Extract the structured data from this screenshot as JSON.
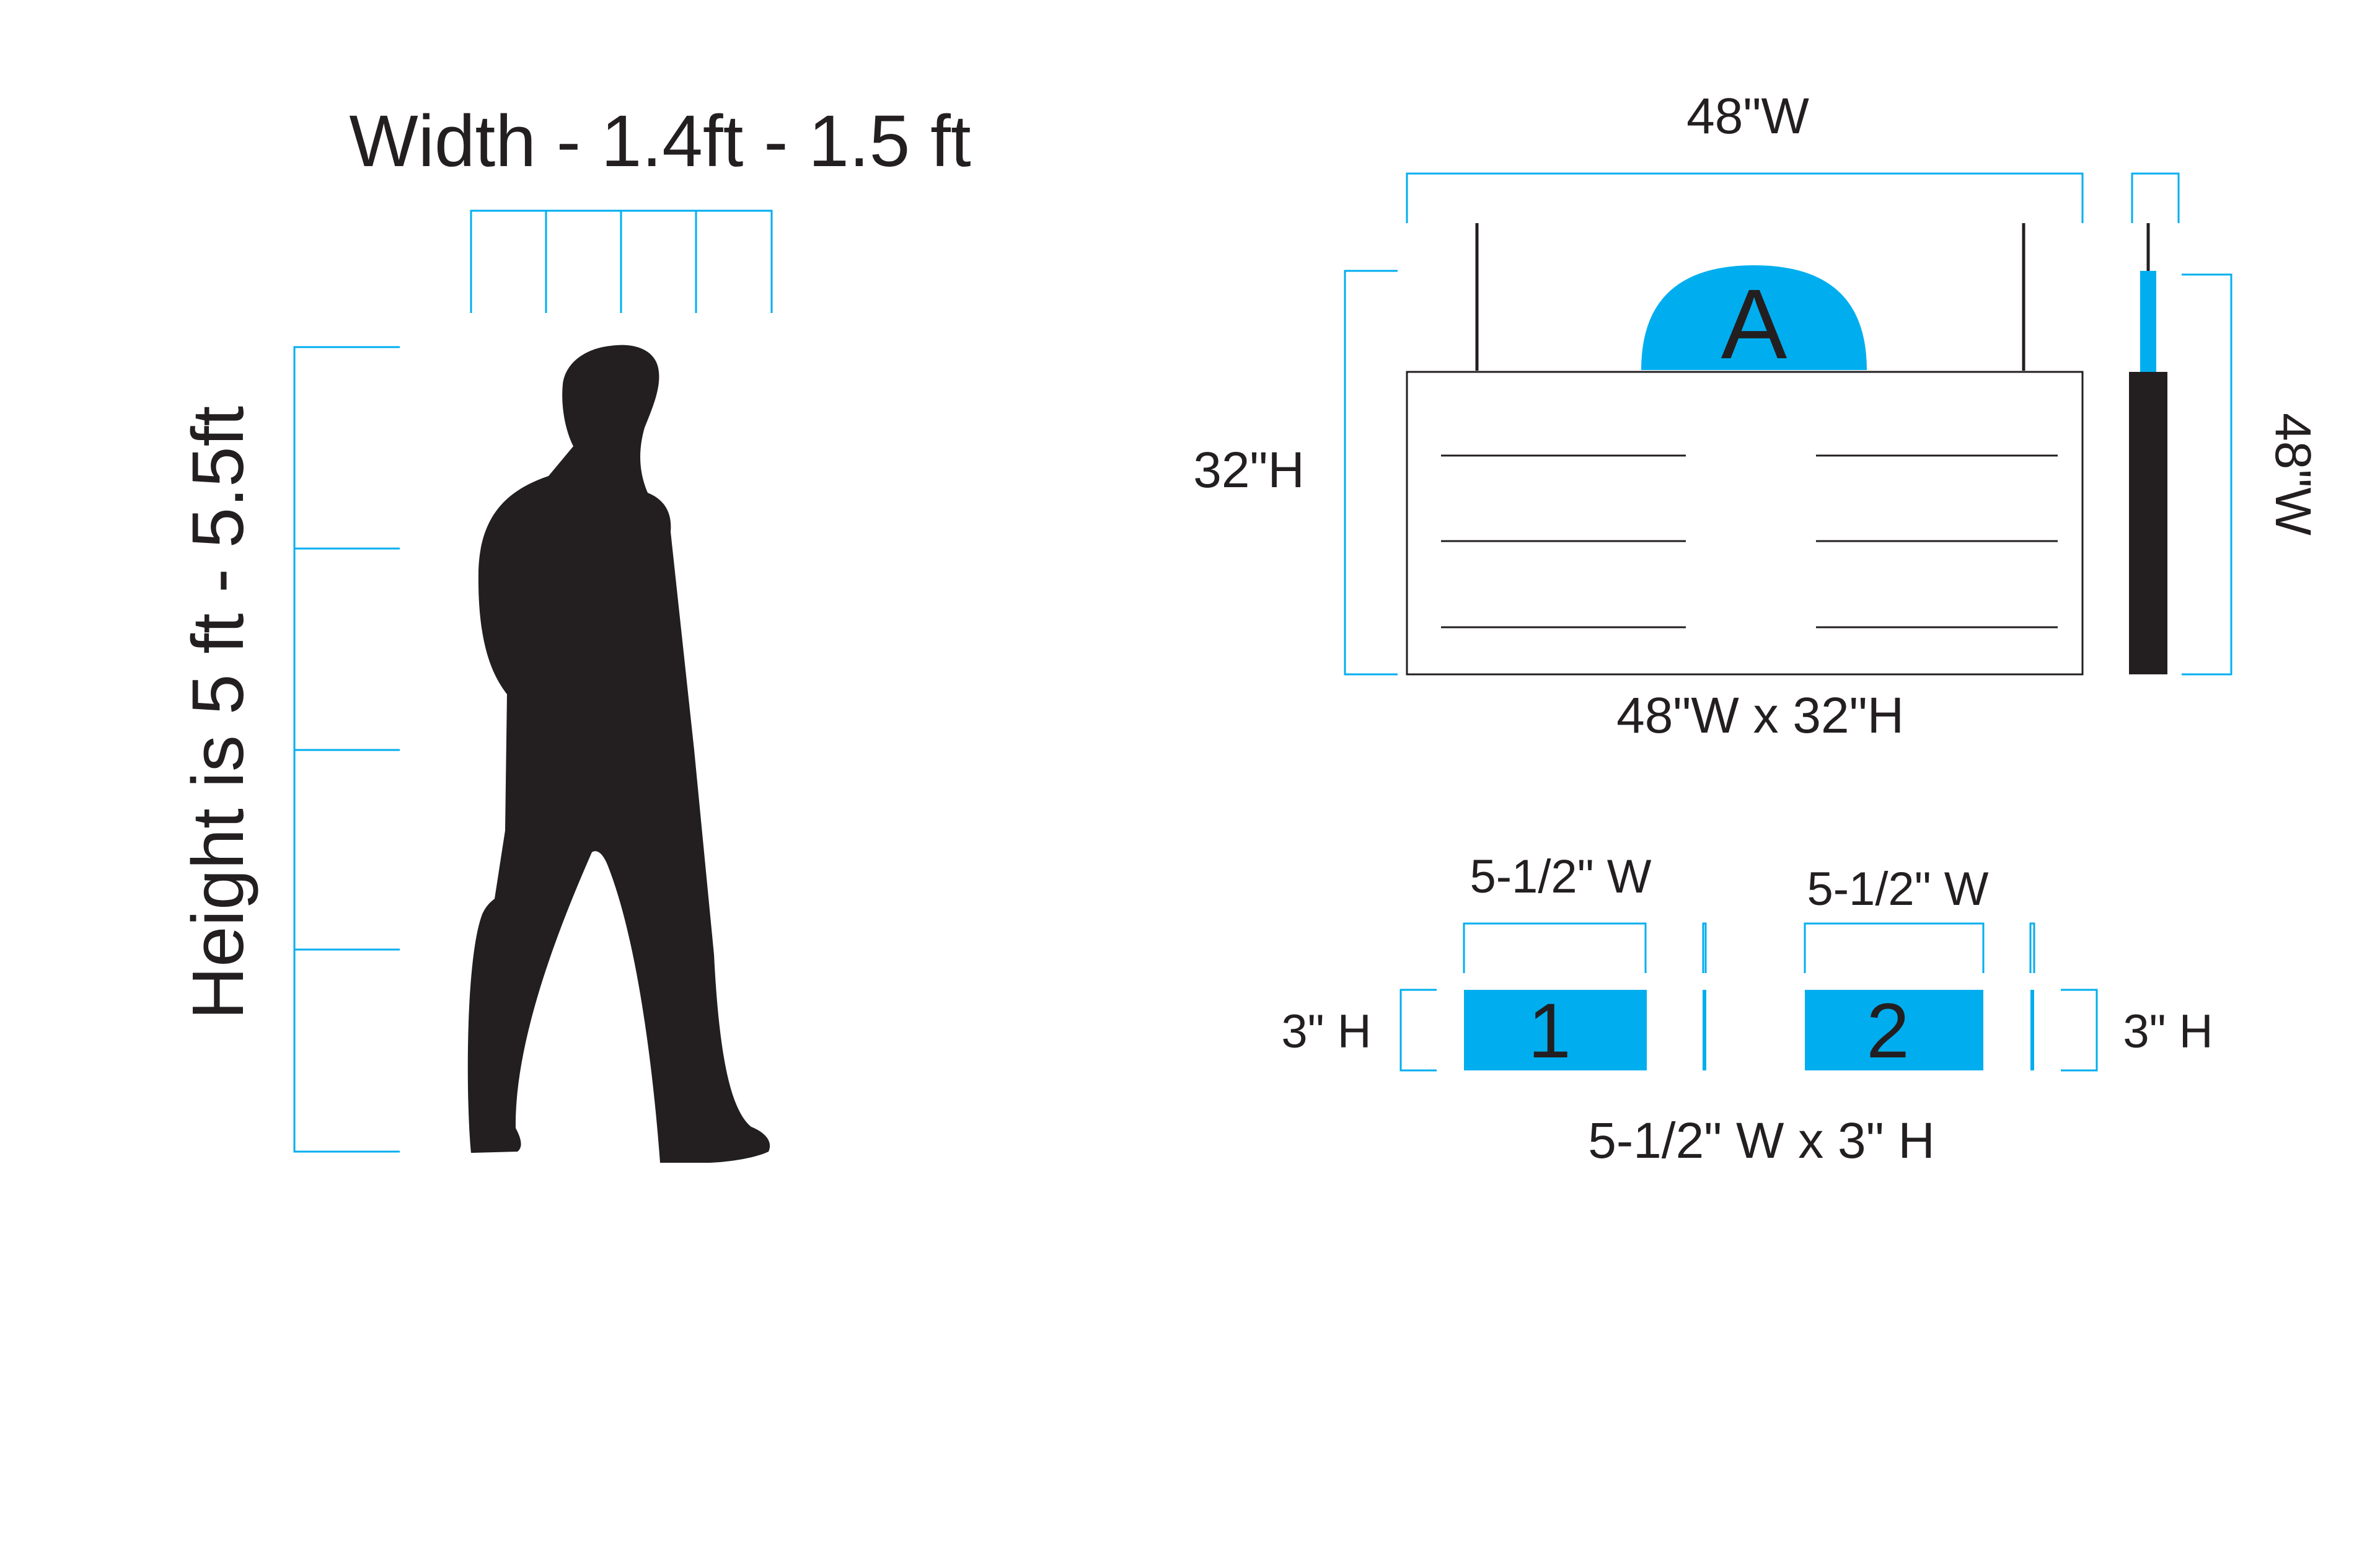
{
  "person": {
    "width_label": "Width - 1.4ft - 1.5 ft",
    "height_label": "Height  is 5 ft - 5.5ft"
  },
  "sign": {
    "top_width_label": "48\"W",
    "height_label": "32\"H",
    "side_label": "48\"W",
    "size_label": "48\"W x 32\"H",
    "letter": "A"
  },
  "plates": {
    "plate1": {
      "width_label": "5-1/2\" W",
      "height_label": "3\" H",
      "number": "1"
    },
    "plate2": {
      "width_label": "5-1/2\" W",
      "height_label": "3\" H",
      "number": "2"
    },
    "size_label": "5-1/2\" W x 3\" H"
  },
  "colors": {
    "accent": "#00aeef",
    "ink": "#231f20",
    "background": "#ffffff"
  }
}
